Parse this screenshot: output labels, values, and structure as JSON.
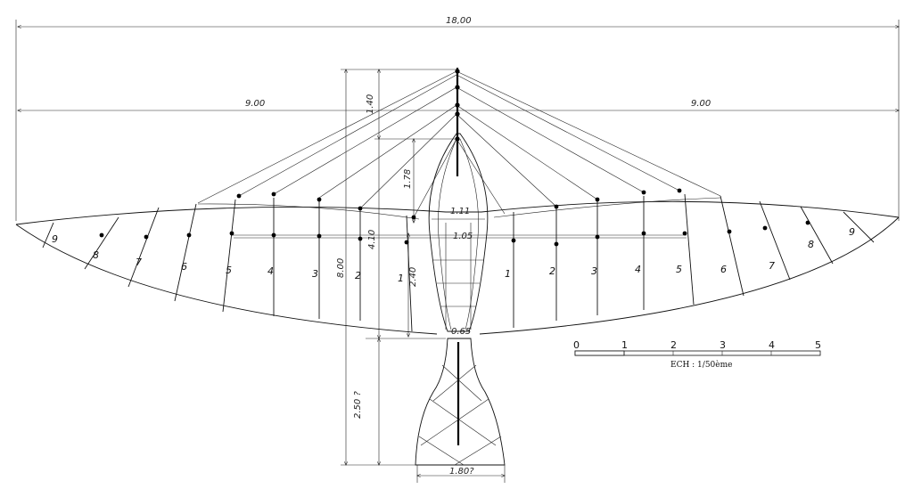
{
  "dimensions": {
    "span": "18,00",
    "half_left": "9.00",
    "half_right": "9.00",
    "mast_top": "1.40",
    "vertical_total": "8.00",
    "strut": "1.78",
    "mid_height": "4.10",
    "center_small": "1.11",
    "center_width": "1.05",
    "body_height": "2.40",
    "waist": "0.65",
    "tail_length": "2.50 ?",
    "tail_width": "1.80?"
  },
  "ribs_left": [
    "9",
    "8",
    "7",
    "6",
    "5",
    "4",
    "3",
    "2",
    "1"
  ],
  "ribs_right": [
    "1",
    "2",
    "3",
    "4",
    "5",
    "6",
    "7",
    "8",
    "9"
  ],
  "scale": {
    "ticks": [
      "0",
      "1",
      "2",
      "3",
      "4",
      "5"
    ],
    "caption": "ECH : 1/50ème"
  }
}
